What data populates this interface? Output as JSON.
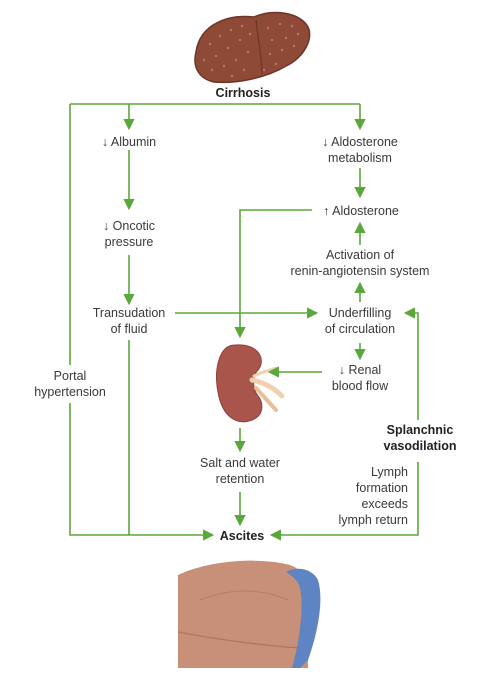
{
  "colors": {
    "arrow": "#5aa83c",
    "liver": "#8e4a36",
    "liver_dark": "#6e3426",
    "kidney": "#a9554c",
    "kidney_light": "#f1d0b0",
    "belly": "#c88f79",
    "belly_dark": "#a86a58",
    "cloth": "#5f84c4"
  },
  "icons": {
    "liver": "liver-illustration",
    "kidney": "kidney-illustration",
    "abdomen": "abdomen-illustration"
  },
  "nodes": {
    "cirrhosis": "Cirrhosis",
    "albumin": "↓ Albumin",
    "aldosterone_metabolism": [
      "↓ Aldosterone",
      "metabolism"
    ],
    "oncotic_pressure": [
      "↓ Oncotic",
      "pressure"
    ],
    "aldosterone": "↑ Aldosterone",
    "raas": [
      "Activation of",
      "renin-angiotensin system"
    ],
    "transudation": [
      "Transudation",
      "of fluid"
    ],
    "underfilling": [
      "Underfilling",
      "of circulation"
    ],
    "portal_hypertension": [
      "Portal",
      "hypertension"
    ],
    "renal_blood_flow": [
      "↓ Renal",
      "blood flow"
    ],
    "splanchnic_vasodilation": [
      "Splanchnic",
      "vasodilation"
    ],
    "salt_water_retention": [
      "Salt and water",
      "retention"
    ],
    "lymph": [
      "Lymph",
      "formation",
      "exceeds",
      "lymph return"
    ],
    "ascites": "Ascites"
  }
}
